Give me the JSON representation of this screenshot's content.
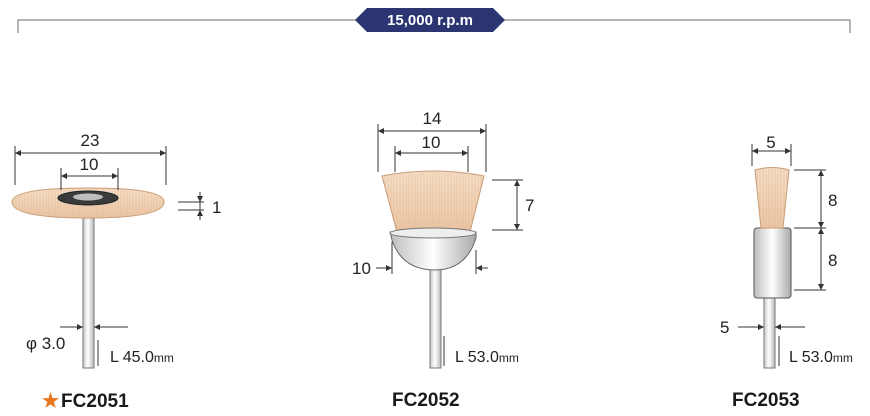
{
  "speed": {
    "label": "15,000 r.p.m",
    "badge_color": "#2a3572"
  },
  "products": [
    {
      "code": "FC2051",
      "featured": true,
      "star": "★",
      "dims": {
        "outer": "23",
        "inner": "10",
        "thickness": "1",
        "shank_dia": "φ 3.0"
      },
      "length": {
        "prefix": "L 45.0",
        "unit": "mm"
      }
    },
    {
      "code": "FC2052",
      "featured": false,
      "dims": {
        "outer": "14",
        "inner": "10",
        "height": "7",
        "cup_dia": "10"
      },
      "length": {
        "prefix": "L 53.0",
        "unit": "mm"
      }
    },
    {
      "code": "FC2053",
      "featured": false,
      "dims": {
        "top": "5",
        "upper": "8",
        "lower": "8",
        "shank": "5"
      },
      "length": {
        "prefix": "L 53.0",
        "unit": "mm"
      }
    }
  ],
  "colors": {
    "accent_star": "#e8761e",
    "bristle": "#f2d3b6",
    "line": "#333333"
  }
}
